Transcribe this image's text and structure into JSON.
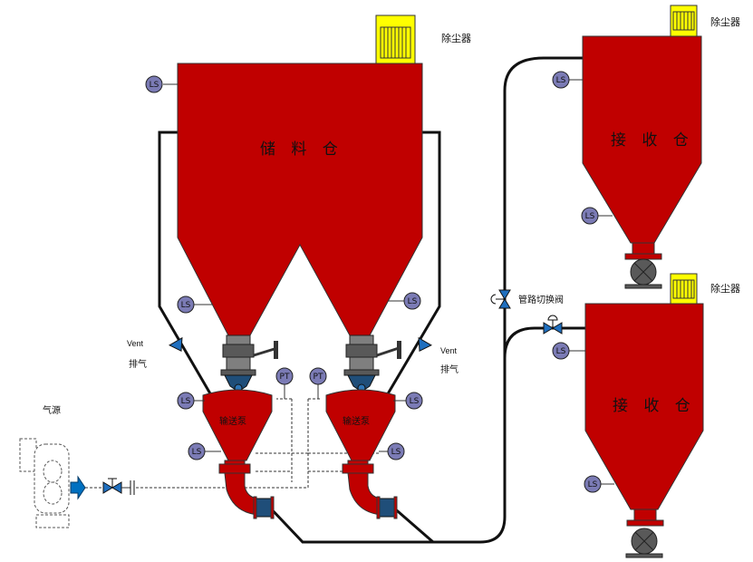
{
  "labels": {
    "storage_silo": "储 料 仓",
    "receiving_silo_1": "接 收 仓",
    "receiving_silo_2": "接 收 仓",
    "dust_collector_top": "除尘器",
    "dust_collector_right_1": "除尘器",
    "dust_collector_right_2": "除尘器",
    "conveying_pump_left": "输送泵",
    "conveying_pump_right": "输送泵",
    "vent_en_left": "Vent",
    "vent_cn_left": "排气",
    "vent_en_right": "Vent",
    "vent_cn_right": "排气",
    "air_source": "气源",
    "line_switch_valve": "管路切换阀",
    "pt_left": "PT",
    "pt_right": "PT",
    "ls": "LS"
  },
  "colors": {
    "vessel": "#c00000",
    "dust_collector": "#ffff00",
    "valve_body": "#595959",
    "pipe": "#111111",
    "instrument": "#7b7bb5",
    "blue_valve": "#1f4e79",
    "air_arrow": "#0070c0"
  }
}
